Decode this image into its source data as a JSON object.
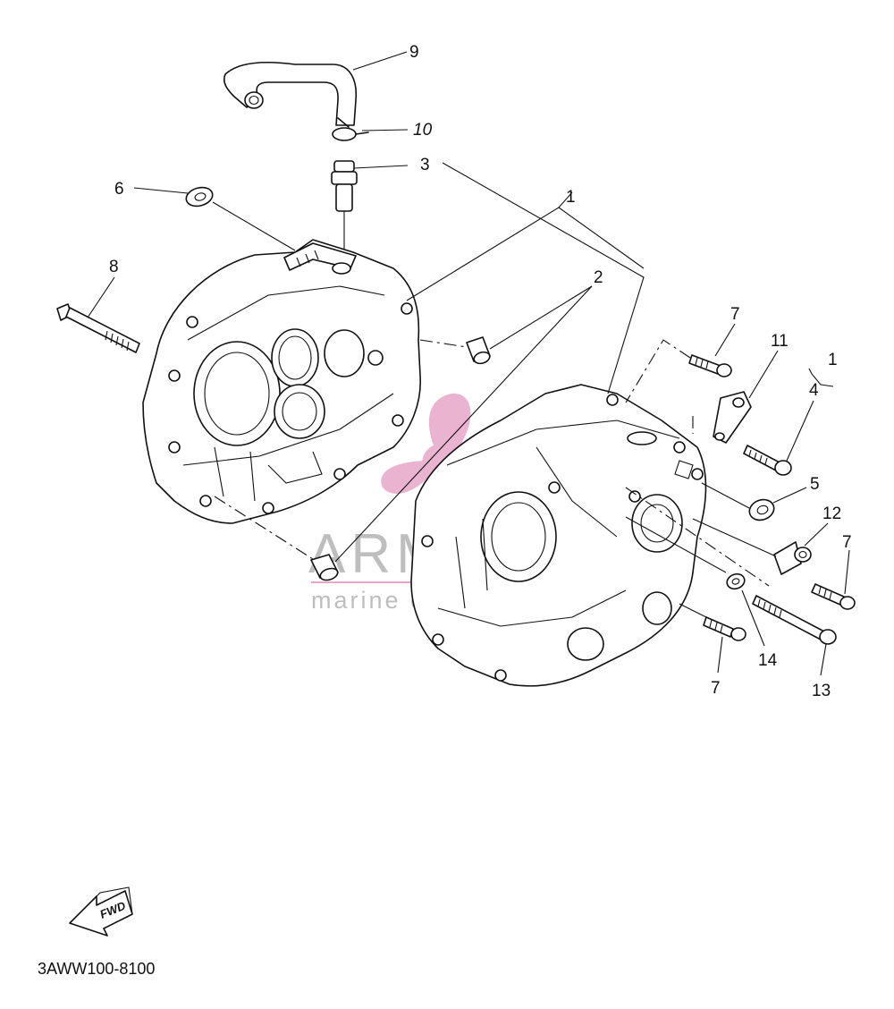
{
  "diagram_code": "3AWW100-8100",
  "fwd_label": "FWD",
  "watermark": {
    "brand": "ARMADA",
    "tagline": "marine outboards",
    "accent_color": "#e7a6c8"
  },
  "callouts": [
    {
      "id": "c1",
      "text": "1"
    },
    {
      "id": "c2",
      "text": "2"
    },
    {
      "id": "c3",
      "text": "3"
    },
    {
      "id": "c4",
      "text": "4"
    },
    {
      "id": "c5",
      "text": "5"
    },
    {
      "id": "c6",
      "text": "6"
    },
    {
      "id": "c7a",
      "text": "7"
    },
    {
      "id": "c7b",
      "text": "7"
    },
    {
      "id": "c7c",
      "text": "7"
    },
    {
      "id": "c8",
      "text": "8"
    },
    {
      "id": "c9",
      "text": "9"
    },
    {
      "id": "c10",
      "text": "10"
    },
    {
      "id": "c11",
      "text": "11"
    },
    {
      "id": "c12",
      "text": "12"
    },
    {
      "id": "c13",
      "text": "13"
    },
    {
      "id": "c14",
      "text": "14"
    },
    {
      "id": "c1b",
      "text": "1"
    }
  ]
}
